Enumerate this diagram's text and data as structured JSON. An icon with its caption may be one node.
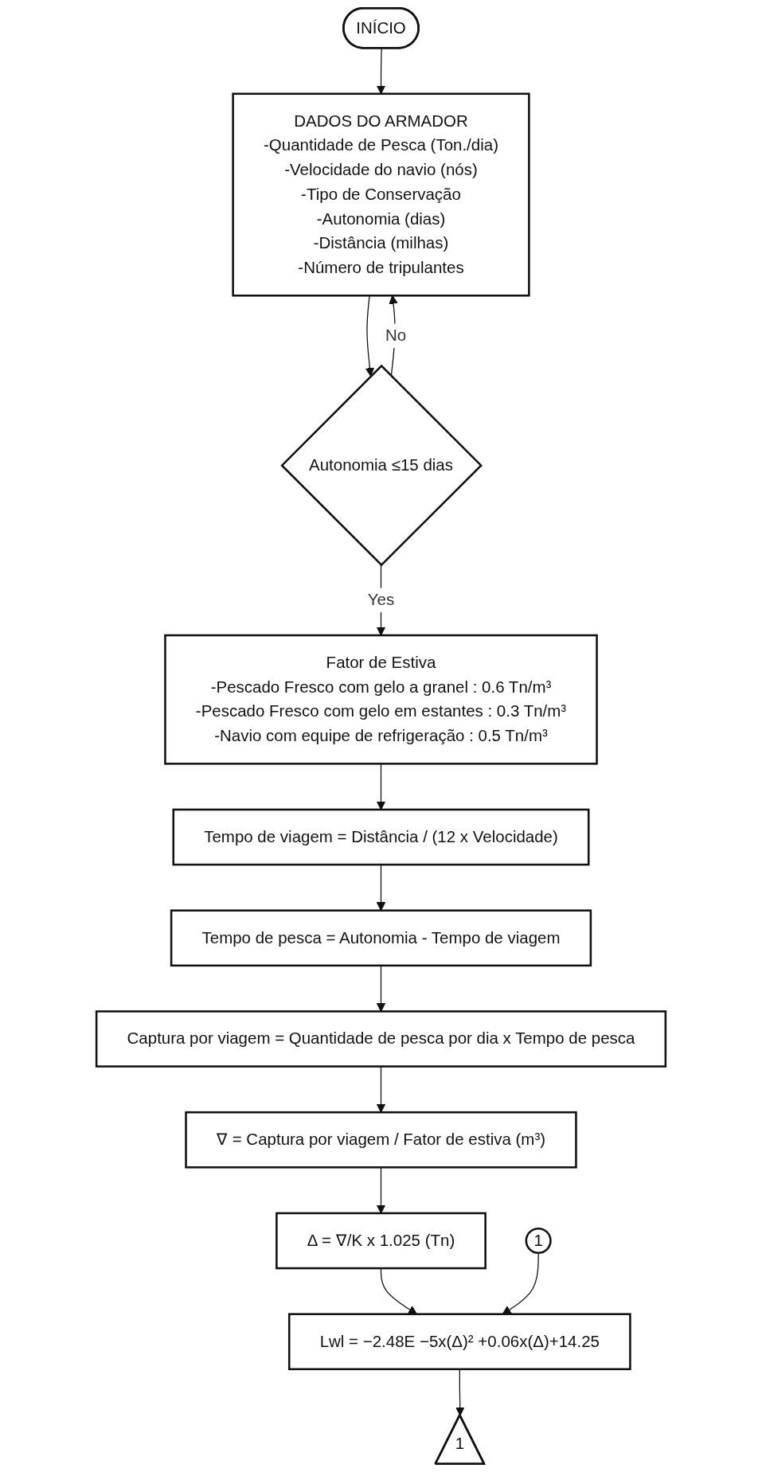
{
  "diagram": {
    "nodes": [
      {
        "text": [
          "INÍCIO"
        ]
      },
      {
        "text": [
          "DADOS DO ARMADOR",
          "-Quantidade de Pesca (Ton./dia)",
          "-Velocidade do navio (nós)",
          "-Tipo de Conservação",
          "-Autonomia (dias)",
          "-Distância (milhas)",
          "-Número de tripulantes"
        ]
      },
      {
        "text": [
          "Autonomia ≤15 dias"
        ]
      },
      {
        "text": [
          "Fator de Estiva",
          "-Pescado Fresco com gelo a granel : 0.6 Tn/m³",
          "-Pescado Fresco com gelo em estantes : 0.3 Tn/m³",
          "-Navio com equipe de refrigeração : 0.5 Tn/m³"
        ]
      },
      {
        "text": [
          "Tempo de viagem = Distância / (12 x Velocidade)"
        ]
      },
      {
        "text": [
          "Tempo de pesca = Autonomia - Tempo de viagem"
        ]
      },
      {
        "text": [
          "Captura por viagem = Quantidade de pesca por dia x Tempo de pesca"
        ]
      },
      {
        "text": [
          "∇ = Captura por viagem / Fator de estiva (m³)"
        ]
      },
      {
        "text": [
          "Δ = ∇/K x 1.025 (Tn)"
        ]
      },
      {
        "text": [
          "1"
        ]
      },
      {
        "text": [
          "Lwl = −2.48E −5x(Δ)² +0.06x(Δ)+14.25"
        ]
      },
      {
        "text": [
          "1"
        ]
      }
    ],
    "edges": [
      {
        "from": 0,
        "to": 1,
        "arrow": "to"
      },
      {
        "from": 1,
        "to": 2,
        "arrow": "to"
      },
      {
        "from": 2,
        "to": 1,
        "arrow": "to",
        "label": "No"
      },
      {
        "from": 2,
        "to": 3,
        "arrow": "to",
        "label": "Yes"
      },
      {
        "from": 3,
        "to": 4,
        "arrow": "to"
      },
      {
        "from": 4,
        "to": 5,
        "arrow": "to"
      },
      {
        "from": 5,
        "to": 6,
        "arrow": "to"
      },
      {
        "from": 6,
        "to": 7,
        "arrow": "to"
      },
      {
        "from": 7,
        "to": 8,
        "arrow": "to"
      },
      {
        "from": 8,
        "to": 10,
        "arrow": "to"
      },
      {
        "from": 9,
        "to": 10,
        "arrow": "to"
      },
      {
        "from": 10,
        "to": 11,
        "arrow": "to"
      }
    ]
  }
}
